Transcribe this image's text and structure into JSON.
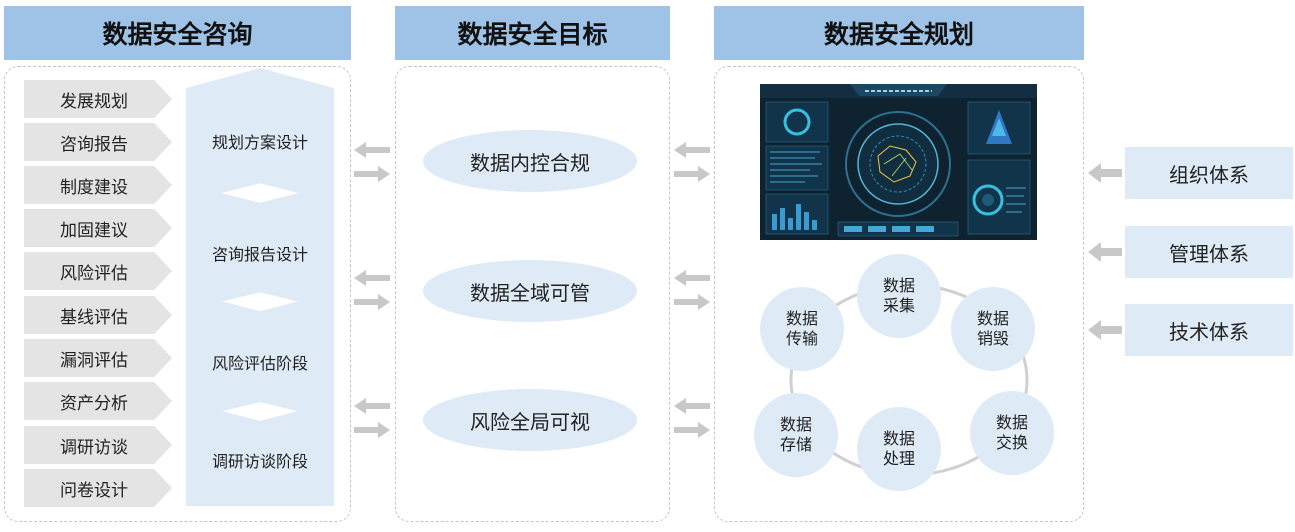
{
  "headers": {
    "consulting": "数据安全咨询",
    "goals": "数据安全目标",
    "planning": "数据安全规划"
  },
  "consulting": {
    "items": [
      "发展规划",
      "咨询报告",
      "制度建设",
      "加固建议",
      "风险评估",
      "基线评估",
      "漏洞评估",
      "资产分析",
      "调研访谈",
      "问卷设计"
    ],
    "stages": [
      "规划方案设计",
      "咨询报告设计",
      "风险评估阶段",
      "调研访谈阶段"
    ]
  },
  "goals": [
    "数据内控合规",
    "数据全域可管",
    "风险全局可视"
  ],
  "lifecycle": {
    "collect": "数据\n采集",
    "destroy": "数据\n销毁",
    "exchange": "数据\n交换",
    "process": "数据\n处理",
    "store": "数据\n存储",
    "transmit": "数据\n传输"
  },
  "systems": [
    "组织体系",
    "管理体系",
    "技术体系"
  ],
  "colors": {
    "header_bg": "#9ec3e6",
    "light_blue": "#deebf7",
    "tag_gray": "#e4e4e4",
    "arrow_gray": "#c8c8c8",
    "dashboard_bg": "#0e2230"
  }
}
